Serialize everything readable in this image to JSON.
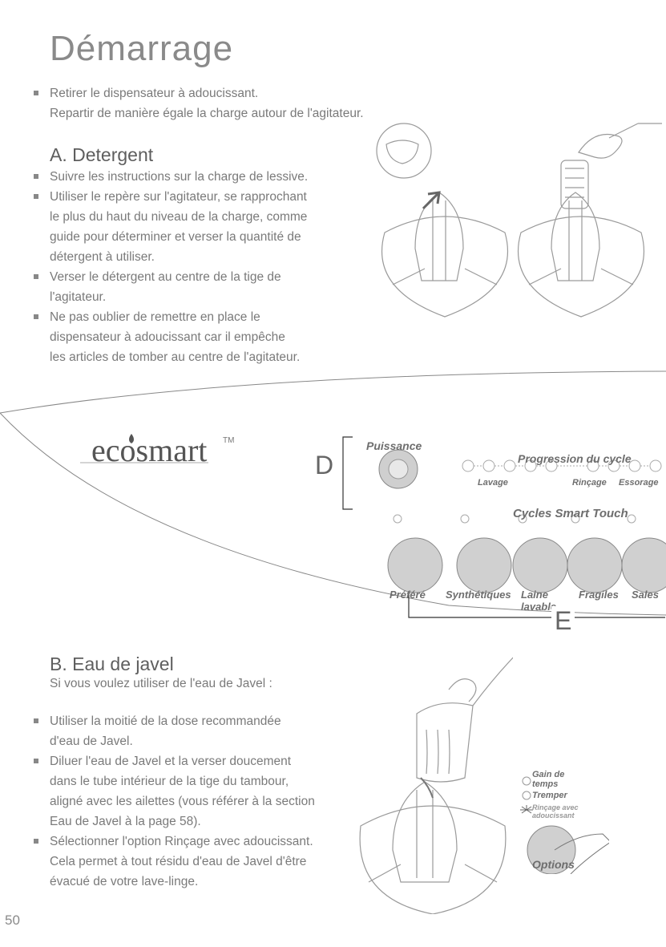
{
  "page": {
    "title": "Démarrage",
    "intro": [
      "Retirer le dispensateur à adoucissant.",
      "Repartir de manière égale la charge autour de l'agitateur."
    ],
    "page_number": "50"
  },
  "section_a": {
    "heading": "A. Detergent",
    "items": [
      [
        "Suivre les instructions sur la charge de lessive."
      ],
      [
        "Utiliser le repère sur l'agitateur, se rapprochant",
        "le plus du haut du niveau de la charge, comme",
        "guide pour déterminer et verser la quantité de",
        "détergent à utiliser."
      ],
      [
        "Verser le détergent au centre de la tige de",
        "l'agitateur."
      ],
      [
        "Ne pas oublier de remettre en place le",
        "dispensateur à adoucissant car il empêche",
        "les articles de tomber au centre de l'agitateur."
      ]
    ]
  },
  "panel": {
    "brand": "ecosmart",
    "trademark": "TM",
    "callout_d": "D",
    "callout_e": "E",
    "power_label": "Puissance",
    "progress_label": "Progression du cycle",
    "progress_steps": [
      "Lavage",
      "Rinçage",
      "Essorage"
    ],
    "cycles_label": "Cycles Smart Touch",
    "cycles": [
      "Préféré",
      "Synthétiques",
      "Laine lavable",
      "Fragiles",
      "Sales"
    ]
  },
  "section_b": {
    "heading": "B. Eau de javel",
    "intro": "Si vous voulez utiliser de l'eau de Javel :",
    "items": [
      [
        "Utiliser la moitié de la dose recommandée",
        "d'eau de Javel."
      ],
      [
        "Diluer l'eau de Javel et la verser doucement",
        "dans le tube intérieur de la tige du tambour,",
        "aligné avec les ailettes (vous référer à la section",
        "Eau de Javel à la page 58)."
      ],
      [
        "Sélectionner l'option Rinçage avec adoucissant.",
        "Cela permet à tout résidu d'eau de Javel d'être",
        "évacué de votre lave-linge."
      ]
    ]
  },
  "options_panel": {
    "opt1": "Gain de temps",
    "opt2": "Tremper",
    "opt3": "Rinçage avec adoucissant",
    "button_label": "Options"
  }
}
